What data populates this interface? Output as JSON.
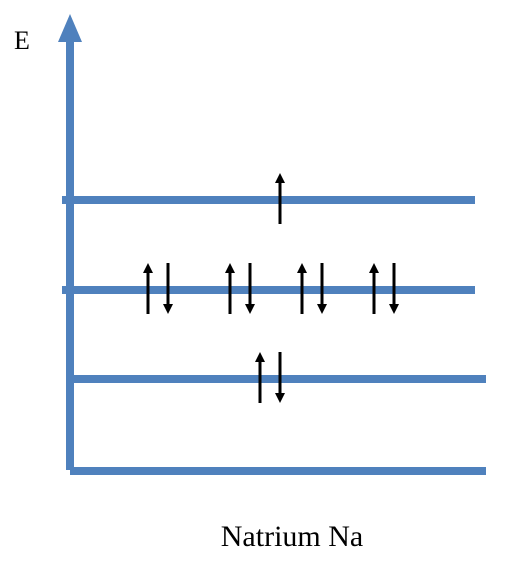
{
  "axis_label": "E",
  "caption": "Natrium Na",
  "colors": {
    "axis": "#4f81bd",
    "level": "#4f81bd",
    "arrow": "#000000"
  },
  "energy_levels": [
    {
      "name": "level-1",
      "electrons": [
        "up",
        "down"
      ]
    },
    {
      "name": "level-2",
      "electrons": [
        "up",
        "down",
        "up",
        "down",
        "up",
        "down",
        "up",
        "down"
      ]
    },
    {
      "name": "level-3",
      "electrons": [
        "up"
      ]
    }
  ]
}
